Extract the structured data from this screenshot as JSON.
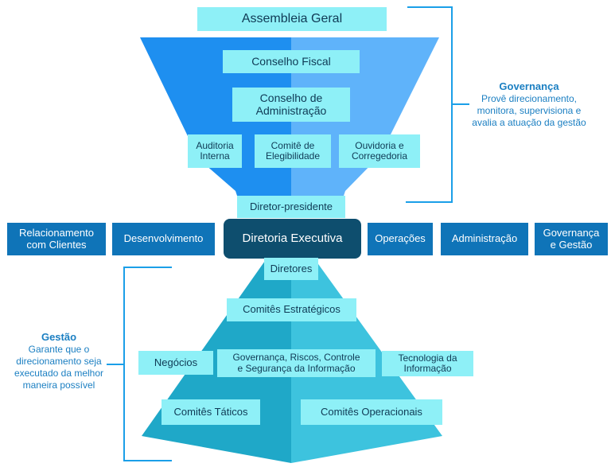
{
  "governance": {
    "top": "Assembleia Geral",
    "fiscal": "Conselho Fiscal",
    "board": "Conselho de\nAdministração",
    "audit": "Auditoria\nInterna",
    "eligibility": "Comitê de\nElegibilidade",
    "ombudsman": "Ouvidoria e\nCorregedoria",
    "president": "Diretor-presidente"
  },
  "axis": {
    "center": "Diretoria Executiva",
    "left": [
      "Relacionamento\ncom Clientes",
      "Desenvolvimento"
    ],
    "right": [
      "Operações",
      "Administração",
      "Governança\ne Gestão"
    ]
  },
  "management": {
    "directors": "Diretores",
    "strategic": "Comitês Estratégicos",
    "business": "Negócios",
    "grc": "Governança, Riscos, Controle\ne Segurança da Informação",
    "it": "Tecnologia da\nInformação",
    "tactical": "Comitês Táticos",
    "operational": "Comitês Operacionais"
  },
  "notes": {
    "governance_title": "Governança",
    "governance_text": "Provê direcionamento,\nmonitora, supervisiona e\navalia a atuação da gestão",
    "management_title": "Gestão",
    "management_text": "Garante que o\ndirecionamento seja\nexecutado da melhor\nmaneira possível"
  },
  "colors": {
    "funnel_left": "#1e8ff0",
    "funnel_right": "#5fb3fa",
    "pyramid_left": "#1fa8c8",
    "pyramid_right": "#3dc3de",
    "bracket": "#1b9fe8",
    "accent_text": "#1b7fc2"
  }
}
